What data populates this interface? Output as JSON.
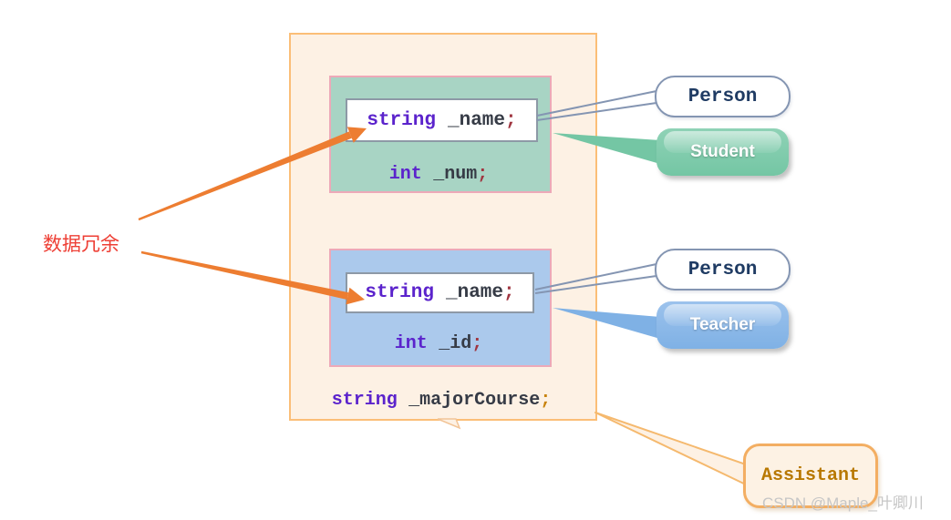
{
  "annotations": {
    "data_redundancy": "数据冗余"
  },
  "code": {
    "student_name": {
      "keyword": "string",
      "identifier": "_name",
      "semicolon": ";"
    },
    "student_num": {
      "keyword": "int",
      "identifier": "_num",
      "semicolon": ";"
    },
    "teacher_name": {
      "keyword": "string",
      "identifier": "_name",
      "semicolon": ";"
    },
    "teacher_id": {
      "keyword": "int",
      "identifier": "_id",
      "semicolon": ";"
    },
    "assistant_major_course": {
      "keyword": "string",
      "identifier": "_majorCourse",
      "semicolon": ";"
    }
  },
  "bubbles": {
    "person_student": "Person",
    "student": "Student",
    "person_teacher": "Person",
    "teacher": "Teacher",
    "assistant": "Assistant"
  },
  "watermark": "CSDN @Maple_叶卿川",
  "colors": {
    "keyword": "#5B23CC",
    "identifier": "#363B46",
    "semicolon": "#A03540",
    "semicolon_major_course": "#C8820A",
    "arrow_orange": "#ED7D31",
    "redundancy_red": "#EE3F35",
    "outer_box_fill": "#FDF1E4",
    "outer_box_border": "#FBBE77",
    "student_box_fill": "#A8D4C4",
    "teacher_box_fill": "#ABC9EC",
    "inner_box_border": "#EDA9B8",
    "person_border": "#8495B2",
    "person_text": "#1F3B63",
    "student_bubble_fill": "#74C6A4",
    "teacher_bubble_fill": "#7FB1E5",
    "assistant_bubble_border": "#F3AE62",
    "assistant_text": "#B87800",
    "watermark_gray": "#C6C6C6"
  }
}
